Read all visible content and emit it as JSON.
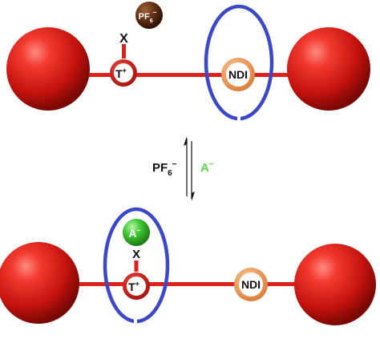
{
  "colors": {
    "axle": "#e0201a",
    "stopper": "#e01a16",
    "ring": "#3b48c9",
    "ndi": "#e89a5a",
    "triazolium": "#cc1d17",
    "pf6": "#5a2a10",
    "anion": "#37c52a",
    "anion_text": "#5bd84a"
  },
  "top": {
    "triazolium_label": "T",
    "triazolium_charge": "+",
    "substituent_label": "X",
    "station_label": "NDI",
    "counterion_label": "PF",
    "counterion_sub": "6",
    "counterion_charge": "−"
  },
  "middle": {
    "left_label": "PF",
    "left_sub": "6",
    "left_charge": "–",
    "right_label": "A",
    "right_charge": "–"
  },
  "bottom": {
    "triazolium_label": "T",
    "triazolium_charge": "+",
    "substituent_label": "X",
    "station_label": "NDI",
    "anion_label": "A",
    "anion_charge": "–"
  }
}
